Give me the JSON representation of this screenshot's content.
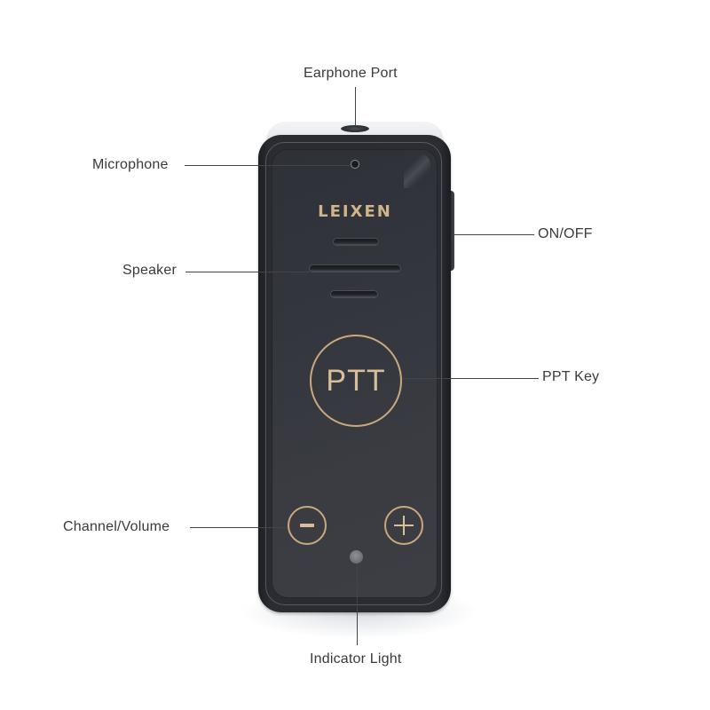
{
  "diagram": {
    "product": {
      "brand_logo": "LEIXEN",
      "ptt_key_text": "PTT",
      "minus_key_symbol": "−",
      "plus_key_symbol": "+"
    },
    "callouts": [
      {
        "id": "earphone-port",
        "label": "Earphone Port",
        "side": "top"
      },
      {
        "id": "microphone",
        "label": "Microphone",
        "side": "left"
      },
      {
        "id": "on-off",
        "label": "ON/OFF",
        "side": "right"
      },
      {
        "id": "speaker",
        "label": "Speaker",
        "side": "left"
      },
      {
        "id": "ptt-key",
        "label": "PPT Key",
        "side": "right"
      },
      {
        "id": "channel-volume",
        "label": "Channel/Volume",
        "side": "left"
      },
      {
        "id": "indicator-light",
        "label": "Indicator Light",
        "side": "bottom"
      }
    ],
    "colors": {
      "background": "#ffffff",
      "device_body": "#2b2d33",
      "accent_gold": "#d2b48a",
      "label_text": "#3a3a3a",
      "leader_line": "#444444"
    }
  }
}
